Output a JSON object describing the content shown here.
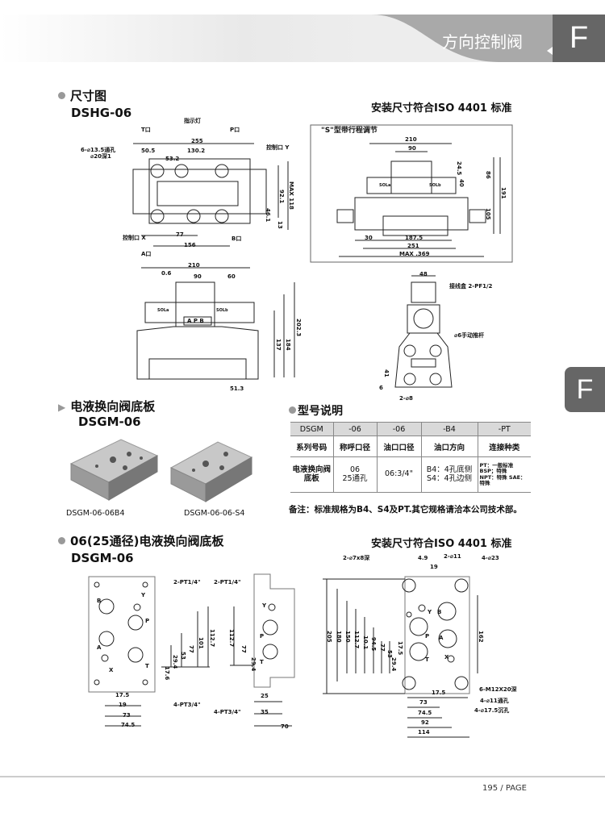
{
  "header": {
    "section_title": "方向控制阀",
    "letter": "F"
  },
  "side_tab": {
    "letter": "F"
  },
  "s1": {
    "title": "尺寸图",
    "model": "DSHG-06",
    "iso_note": "安装尺寸符合ISO 4401 标准"
  },
  "d1": [
    "指示灯",
    "T口",
    "P口",
    "6-⌀13.5通孔",
    "⌀20深1",
    "255",
    "50.5",
    "130.2",
    "53.2",
    "控制口 Y",
    "92.1",
    "MAX 118",
    "46.1",
    "13",
    "控制口 X",
    "77",
    "156",
    "B口",
    "A口"
  ],
  "d2": [
    "210",
    "0.6",
    "90",
    "60",
    "SOLa",
    "SOLb",
    "A P B",
    "137",
    "184",
    "202.3",
    "51.3"
  ],
  "d3": [
    "\"S\"型带行程调节",
    "210",
    "90",
    "24.5",
    "40",
    "86",
    "191",
    "105",
    "SOLa",
    "SOLb",
    "30",
    "187.5",
    "251",
    "MAX .369"
  ],
  "d4": [
    "48",
    "接线盒 2-PF1/2",
    "⌀6手动推杆",
    "41",
    "6",
    "2-⌀8"
  ],
  "s2": {
    "title": "电液换向阀底板",
    "model": "DSGM-06",
    "photo_captions": [
      "DSGM-06-06B4",
      "DSGM-06-06-S4"
    ]
  },
  "model_code": {
    "title": "型号说明",
    "header": [
      "DSGM",
      "-06",
      "-06",
      "-B4",
      "-PT"
    ],
    "row1": [
      "系列号码",
      "称呼口径",
      "油口口径",
      "油口方向",
      "连接种类"
    ],
    "row2": [
      [
        "电液换向阀",
        "底板"
      ],
      [
        "06",
        "25通孔"
      ],
      [
        "06:3/4\""
      ],
      [
        "B4：4孔底侧",
        "S4：4孔边侧"
      ],
      [
        "PT：一般标准BSP；特殊",
        "NPT：特殊  SAE：特殊"
      ]
    ],
    "note": "备注：标准规格为B4、S4及PT.其它规格请洽本公司技术部。"
  },
  "s3": {
    "title": "06(25通径)电液换向阀底板",
    "model": "DSGM-06",
    "iso_note": "安装尺寸符合ISO 4401 标准"
  },
  "d5": [
    "2-PT1/4\"",
    "Y",
    "B",
    "P",
    "A",
    "X",
    "T",
    "112.7",
    "101",
    "77",
    "53",
    "29.4",
    "17.6",
    "17.5",
    "19",
    "73",
    "74.5",
    "4-PT3/4\""
  ],
  "d6": [
    "2-PT1/4\"",
    "Y",
    "P",
    "T",
    "112.7",
    "77",
    "29.4",
    "25",
    "35",
    "70",
    "4-PT3/4\""
  ],
  "d7": [
    "2-⌀7x8深",
    "4.9",
    "2-⌀11",
    "19",
    "4-⌀23",
    "205",
    "180",
    "150",
    "112.7",
    "10.1",
    "94.5",
    "77",
    "53",
    "29.4",
    "17.5",
    "162",
    "6-M12X20深",
    "17.5",
    "4-⌀11通孔",
    "73",
    "4-⌀17.5沉孔",
    "74.5",
    "92",
    "114",
    "B",
    "A",
    "P",
    "T",
    "X",
    "Y"
  ],
  "footer": {
    "page": "195",
    "page_label": "/ PAGE"
  }
}
